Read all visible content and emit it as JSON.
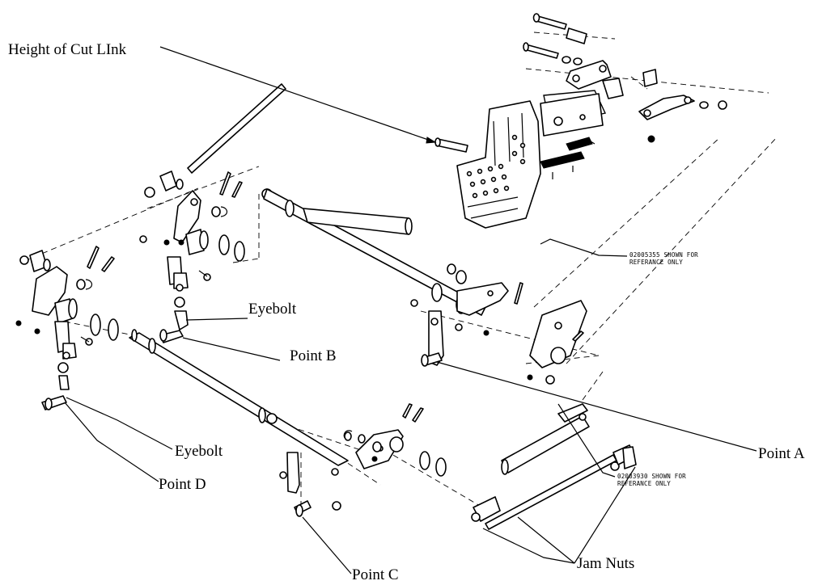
{
  "labels": {
    "height_of_cut_link": "Height of Cut LInk",
    "eyebolt_upper": "Eyebolt",
    "point_b": "Point B",
    "point_a": "Point A",
    "eyebolt_lower": "Eyebolt",
    "point_d": "Point D",
    "point_c": "Point C",
    "jam_nuts": "Jam Nuts"
  },
  "notes": {
    "ref_02005355_line1": "02005355 SHOWN FOR",
    "ref_02005355_line2": "REFERANCE ONLY",
    "ref_02003930_line1": "02003930 SHOWN FOR",
    "ref_02003930_line2": "REFERANCE ONLY"
  }
}
